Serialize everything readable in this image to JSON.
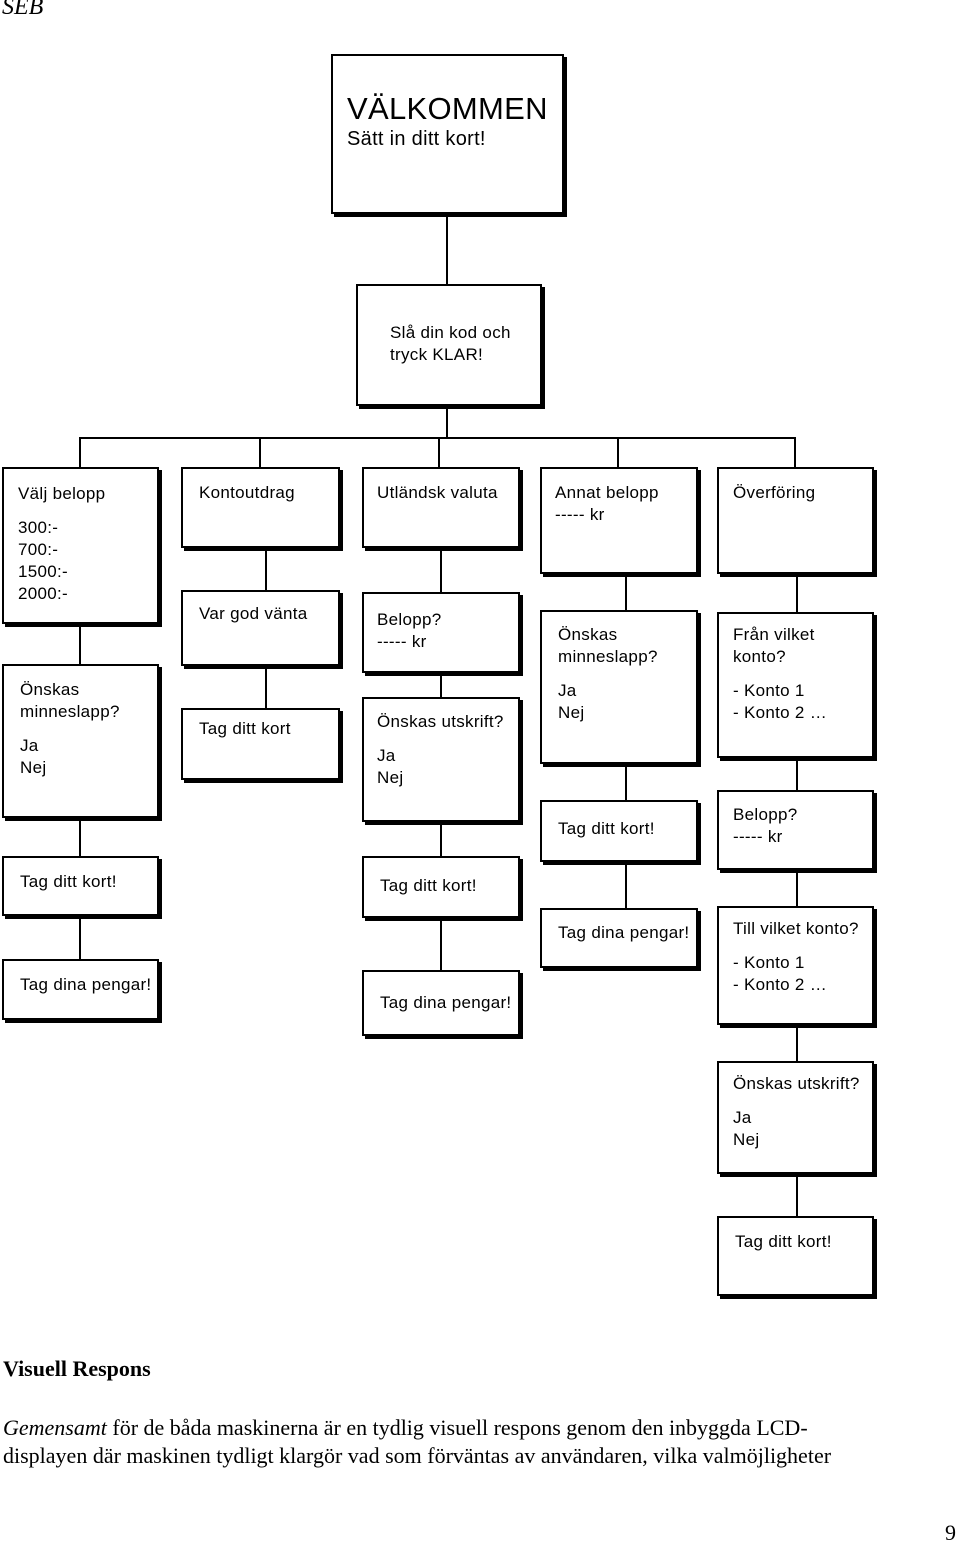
{
  "header": {
    "label": "SEB"
  },
  "flow": {
    "welcome": {
      "title": "VÄLKOMMEN",
      "sub": "Sätt in ditt kort!"
    },
    "pin": {
      "l1": "Slå din kod och",
      "l2": "tryck KLAR!"
    },
    "col1": {
      "select": {
        "title": "Välj belopp",
        "o1": "300:-",
        "o2": "700:-",
        "o3": "1500:-",
        "o4": "2000:-"
      },
      "receipt": {
        "q1": "Önskas",
        "q2": "minneslapp?",
        "yes": "Ja",
        "no": "Nej"
      },
      "take_card": "Tag ditt kort!",
      "take_money": "Tag dina pengar!"
    },
    "col2": {
      "title": "Kontoutdrag",
      "wait": "Var god vänta",
      "take_card": "Tag ditt kort"
    },
    "col3": {
      "title": "Utländsk valuta",
      "amount": {
        "q": "Belopp?",
        "v": "----- kr"
      },
      "print": {
        "q": "Önskas utskrift?",
        "yes": "Ja",
        "no": "Nej"
      },
      "take_card": "Tag ditt kort!",
      "take_money": "Tag dina pengar!"
    },
    "col4": {
      "other": {
        "title": "Annat belopp",
        "v": "----- kr"
      },
      "receipt": {
        "q1": "Önskas",
        "q2": "minneslapp?",
        "yes": "Ja",
        "no": "Nej"
      },
      "take_card": "Tag ditt kort!",
      "take_money": "Tag dina pengar!"
    },
    "col5": {
      "title": "Överföring",
      "from": {
        "q1": "Från vilket",
        "q2": "konto?",
        "a1": "- Konto 1",
        "a2": "- Konto 2 …"
      },
      "amount": {
        "q": "Belopp?",
        "v": "----- kr"
      },
      "to": {
        "q": "Till vilket konto?",
        "a1": "- Konto 1",
        "a2": "- Konto 2 …"
      },
      "print": {
        "q": "Önskas utskrift?",
        "yes": "Ja",
        "no": "Nej"
      },
      "take_card": "Tag ditt kort!"
    }
  },
  "section": {
    "title": "Visuell Respons",
    "p_lead": "Gemensamt",
    "p_rest1": " för de båda maskinerna är en tydlig visuell  respons genom den inbyggda LCD-",
    "p_line2": "displayen där maskinen tydligt klargör vad som förväntas av användaren, vilka valmöjligheter"
  },
  "page_number": "9"
}
